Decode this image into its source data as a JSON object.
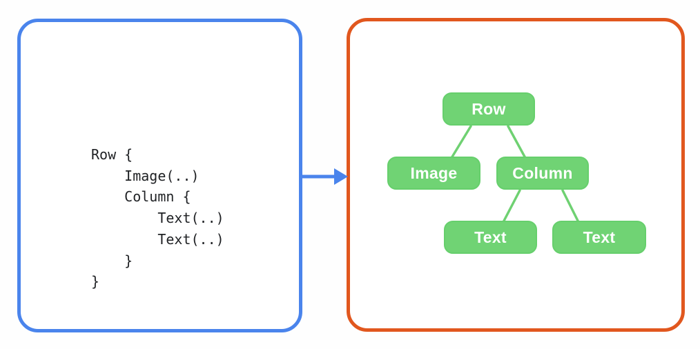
{
  "colors": {
    "code_panel_border": "#4a84ec",
    "tree_panel_border": "#e1571e",
    "arrow": "#4a84ec",
    "node_fill": "#70d374",
    "edge_stroke": "#6fd172",
    "node_text": "#ffffff",
    "code_text": "#1f2124"
  },
  "icons": {
    "flow_arrow": "right-arrow"
  },
  "code_panel": {
    "code": "Row {\n    Image(..)\n    Column {\n        Text(..)\n        Text(..)\n    }\n}"
  },
  "tree_panel": {
    "nodes": [
      {
        "id": "row",
        "label": "Row"
      },
      {
        "id": "image",
        "label": "Image"
      },
      {
        "id": "column",
        "label": "Column"
      },
      {
        "id": "text-1",
        "label": "Text"
      },
      {
        "id": "text-2",
        "label": "Text"
      }
    ],
    "edges": [
      {
        "from": "row",
        "to": "image"
      },
      {
        "from": "row",
        "to": "column"
      },
      {
        "from": "column",
        "to": "text-1"
      },
      {
        "from": "column",
        "to": "text-2"
      }
    ]
  }
}
